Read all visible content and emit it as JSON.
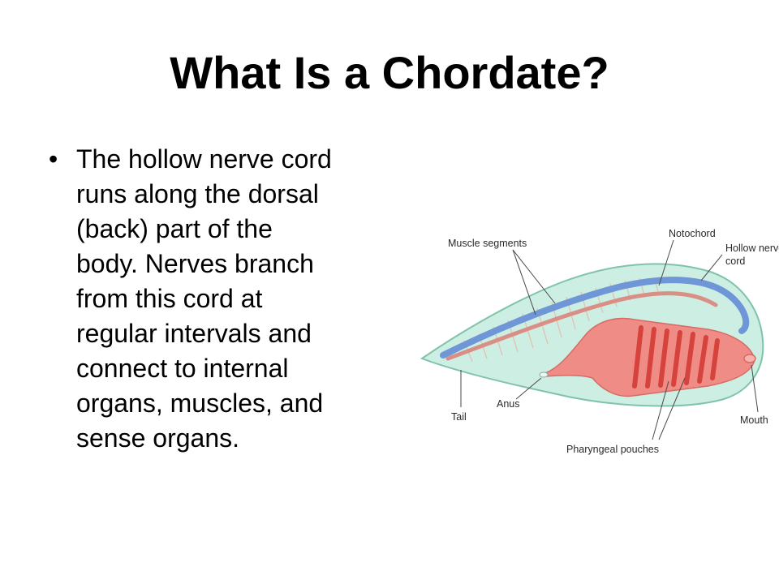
{
  "slide": {
    "title": "What Is a Chordate?",
    "bullets": [
      {
        "lines": [
          "The hollow nerve cord",
          "runs along the dorsal",
          "(back) part of the",
          "body. Nerves branch",
          "from this cord at",
          "regular intervals and",
          "connect to internal",
          "organs, muscles, and",
          "sense organs."
        ]
      }
    ]
  },
  "diagram": {
    "labels": {
      "muscle_segments": "Muscle segments",
      "notochord": "Notochord",
      "hollow_nerve_cord_1": "Hollow nerve",
      "hollow_nerve_cord_2": "cord",
      "tail": "Tail",
      "anus": "Anus",
      "pharyngeal_pouches": "Pharyngeal pouches",
      "mouth": "Mouth"
    },
    "colors": {
      "body_fill": "#cdeee2",
      "body_stroke": "#7fc4a9",
      "nerve_cord": "#6f96d6",
      "notochord": "#d98f86",
      "gut": "#f08c86",
      "pouch_stripes": "#d6423c"
    }
  }
}
